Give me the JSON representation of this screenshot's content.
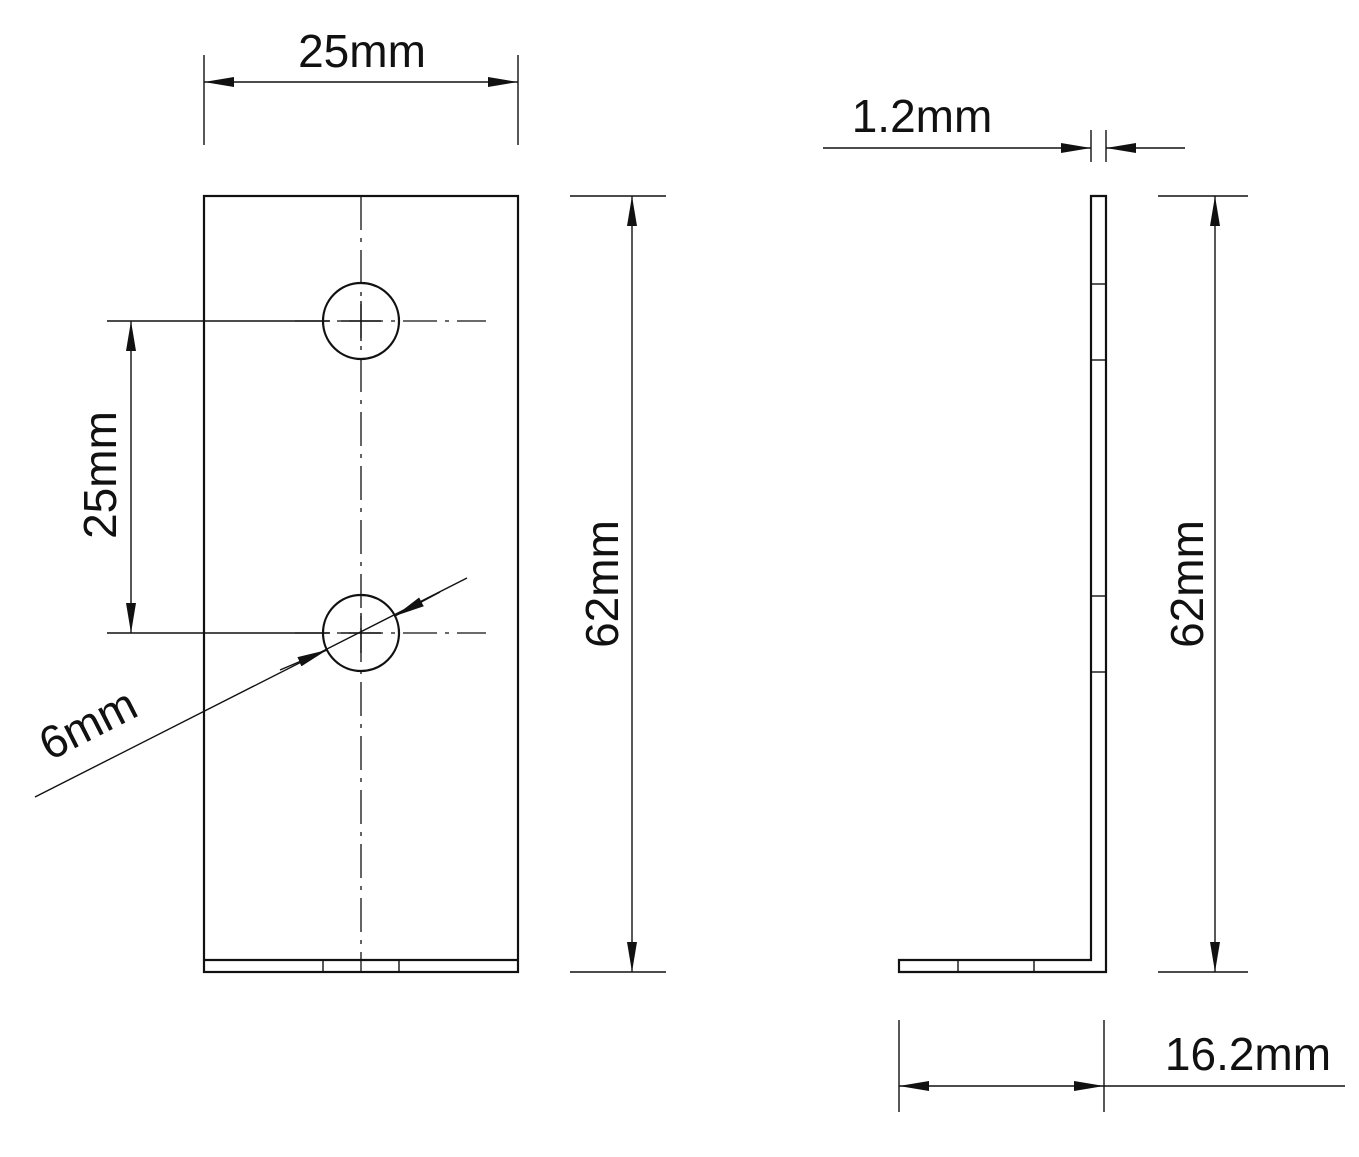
{
  "front_view": {
    "width_dim": "25mm",
    "hole_spacing_dim": "25mm",
    "height_dim": "62mm",
    "hole_diameter_dim": "6mm"
  },
  "side_view": {
    "thickness_dim": "1.2mm",
    "height_dim": "62mm",
    "leg_length_dim": "16.2mm"
  },
  "colors": {
    "line": "#111111",
    "background": "#ffffff"
  }
}
